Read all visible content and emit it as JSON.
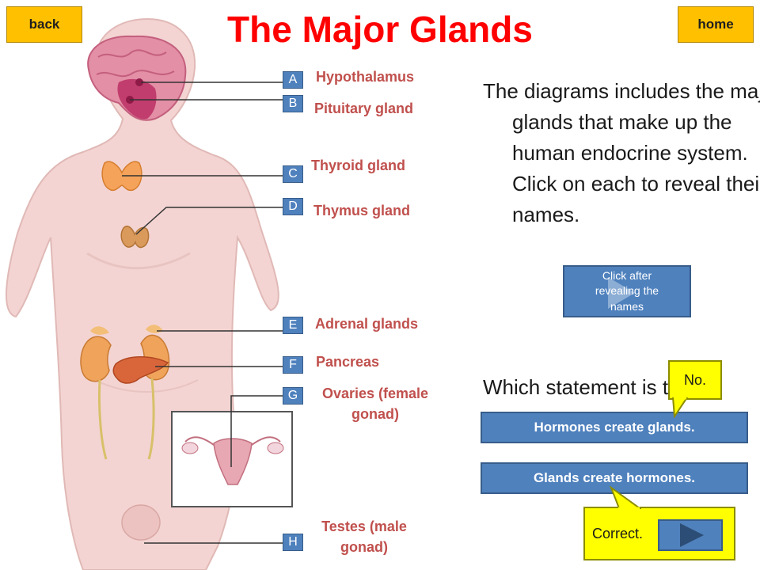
{
  "nav": {
    "back_label": "back",
    "home_label": "home"
  },
  "title": "The Major Glands",
  "glands": [
    {
      "letter": "A",
      "name": "Hypothalamus"
    },
    {
      "letter": "B",
      "name": "Pituitary gland"
    },
    {
      "letter": "C",
      "name": "Thyroid gland"
    },
    {
      "letter": "D",
      "name": "Thymus gland"
    },
    {
      "letter": "E",
      "name": "Adrenal glands"
    },
    {
      "letter": "F",
      "name": "Pancreas"
    },
    {
      "letter": "G",
      "name_line1": "Ovaries (female",
      "name_line2": "gonad)"
    },
    {
      "letter": "H",
      "name_line1": "Testes (male",
      "name_line2": "gonad)"
    }
  ],
  "intro_text": "The diagrams includes the major glands that make up the human endocrine system. Click on each to reveal their names.",
  "next_button": {
    "line1": "Click after",
    "line2": "revealing the",
    "line3": "names"
  },
  "question": "Which statement is true?",
  "answers": [
    {
      "label": "Hormones create glands.",
      "feedback": "No."
    },
    {
      "label": "Glands create hormones.",
      "feedback": "Correct."
    }
  ],
  "colors": {
    "title": "#ff0000",
    "nav_button": "#ffc000",
    "label_box": "#4f81bd",
    "gland_name": "#c0504d",
    "callout": "#ffff00",
    "skin": "#f3d4d2"
  }
}
